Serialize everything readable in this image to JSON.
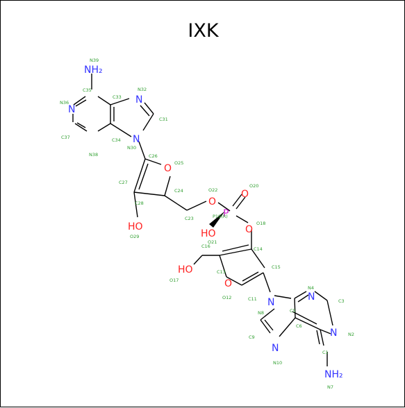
{
  "title": "IXK",
  "colors": {
    "bond": "#000000",
    "nitrogen": "#3333ff",
    "oxygen": "#ff2020",
    "phosphorus": "#d020d0",
    "index_label": "#2e9e2e"
  },
  "molecule": {
    "atom_labels": [
      {
        "id": "NH2_top",
        "text": "NH₂",
        "element": "N"
      },
      {
        "id": "N36",
        "text": "N",
        "element": "N"
      },
      {
        "id": "N32",
        "text": "N",
        "element": "N"
      },
      {
        "id": "N30",
        "text": "N",
        "element": "N"
      },
      {
        "id": "O25",
        "text": "O",
        "element": "O"
      },
      {
        "id": "HO29",
        "text": "HO",
        "element": "O"
      },
      {
        "id": "O22",
        "text": "O",
        "element": "O"
      },
      {
        "id": "O20",
        "text": "O",
        "element": "O"
      },
      {
        "id": "P19",
        "text": "P",
        "element": "P"
      },
      {
        "id": "HO21",
        "text": "HO",
        "element": "O"
      },
      {
        "id": "O18",
        "text": "O",
        "element": "O"
      },
      {
        "id": "HO17",
        "text": "HO",
        "element": "O"
      },
      {
        "id": "O12",
        "text": "O",
        "element": "O"
      },
      {
        "id": "N4",
        "text": "N",
        "element": "N"
      },
      {
        "id": "N2",
        "text": "N",
        "element": "N"
      },
      {
        "id": "N8",
        "text": "N",
        "element": "N"
      },
      {
        "id": "N10",
        "text": "N",
        "element": "N"
      },
      {
        "id": "NH2_bottom",
        "text": "NH₂",
        "element": "N"
      }
    ],
    "index_labels": [
      "N39",
      "C35",
      "C33",
      "N32",
      "N36",
      "C31",
      "C37",
      "C34",
      "N30",
      "N38",
      "C26",
      "O25",
      "C27",
      "C24",
      "C28",
      "O29",
      "C23",
      "O22",
      "O20",
      "P19(R)",
      "O18",
      "C16",
      "O21",
      "C14",
      "C15",
      "C13",
      "O17",
      "O12",
      "C11",
      "N4",
      "C3",
      "N8",
      "C5",
      "N2",
      "C9",
      "C6",
      "C1",
      "N10",
      "N7"
    ]
  }
}
